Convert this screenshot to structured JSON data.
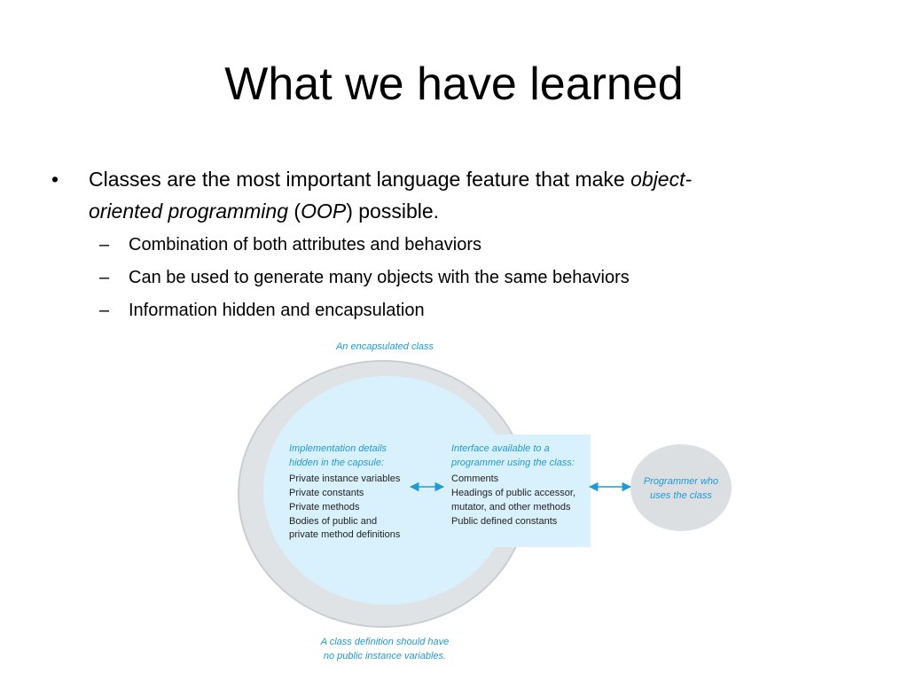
{
  "slide": {
    "title": "What we have learned",
    "bullet": {
      "marker": "•",
      "text_before": "Classes are the most important language feature that make ",
      "italic_1": "object-",
      "line2_italic": "oriented programming",
      "text_mid1": " (",
      "italic_2": "OOP",
      "text_after": ") possible."
    },
    "sub_marker": "–",
    "sub_bullets": [
      "Combination of both attributes and behaviors",
      "Can be used to generate many objects with the same behaviors",
      "Information hidden and encapsulation"
    ]
  },
  "diagram": {
    "top_caption": "An encapsulated class",
    "implementation": {
      "heading": [
        "Implementation details",
        "hidden in the capsule:"
      ],
      "items": [
        "Private instance variables",
        "Private constants",
        "Private methods",
        "Bodies of public and",
        "private method definitions"
      ]
    },
    "interface": {
      "heading": [
        "Interface available to a",
        "programmer using the class:"
      ],
      "items": [
        "Comments",
        "Headings of public accessor,",
        "mutator, and other methods",
        "Public defined constants"
      ]
    },
    "programmer": [
      "Programmer who",
      "uses the class"
    ],
    "bottom_caption": [
      "A class definition should have",
      "no public instance variables."
    ],
    "colors": {
      "capsule_outer": "#dfe3e6",
      "capsule_border": "#c9ced2",
      "capsule_inner": "#d9f1fc",
      "accent": "#1e9ad6",
      "programmer_fill": "#dcdfe2"
    }
  }
}
